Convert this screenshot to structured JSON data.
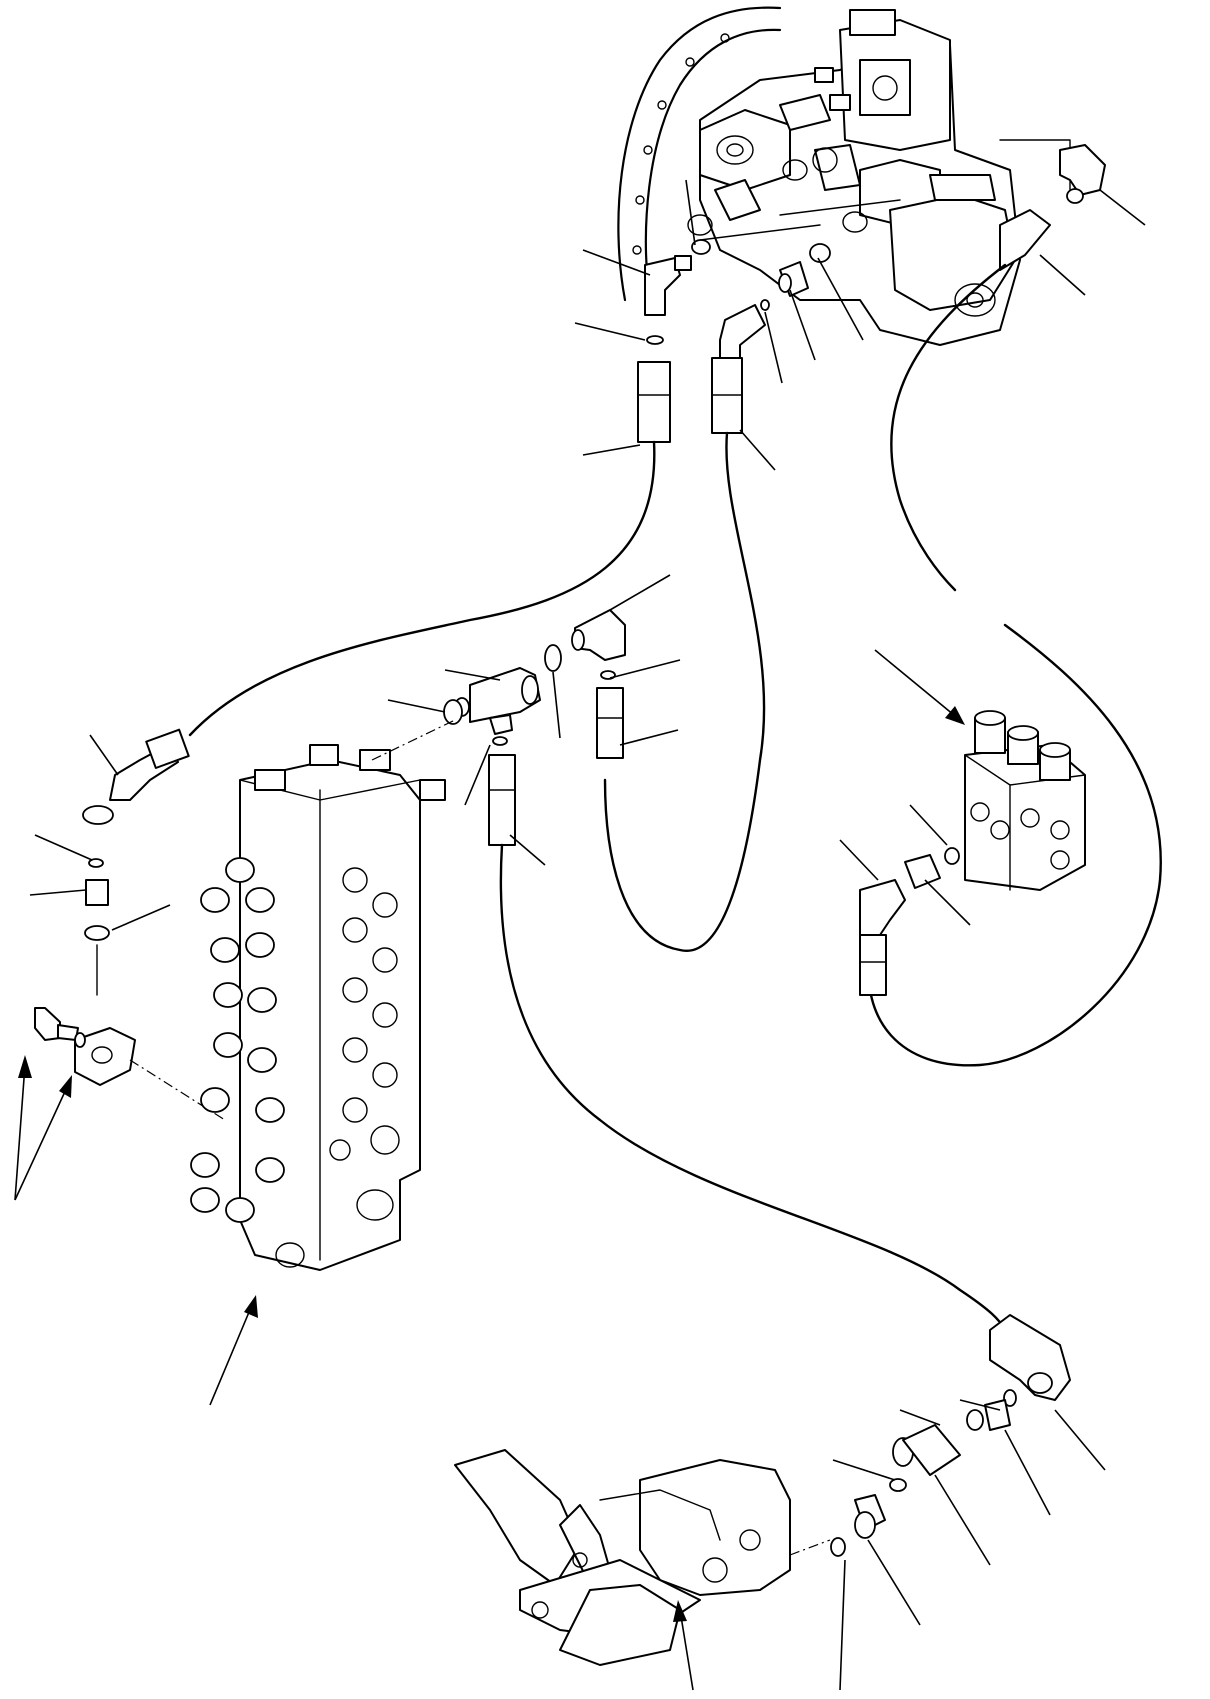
{
  "diagram": {
    "title": "",
    "labels": [],
    "components": [
      "pump-assembly",
      "control-valve",
      "pilot-valve-block",
      "pedal-valve",
      "hoses",
      "elbow-fittings",
      "tee-fitting",
      "o-rings",
      "connectors",
      "mounting-flange",
      "bolts"
    ]
  }
}
